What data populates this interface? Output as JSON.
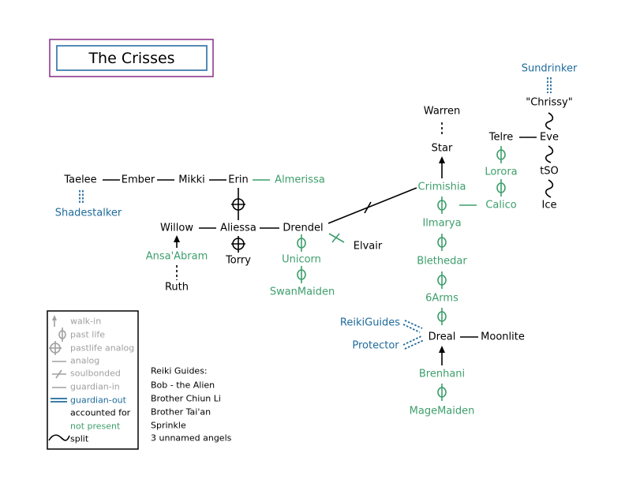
{
  "title": "The Crisses",
  "colors": {
    "accounted_for": "#000000",
    "not_present": "#3d9e6b",
    "guardian_out": "#1f6b9c",
    "legend_symbol": "#a0a0a0",
    "title_outer_border": "#8e3a8e",
    "title_inner_border": "#2a6fa5"
  },
  "people": {
    "taelee": "Taelee",
    "ember": "Ember",
    "mikki": "Mikki",
    "erin": "Erin",
    "almerissa": "Almerissa",
    "shadestalker": "Shadestalker",
    "willow": "Willow",
    "aliessa": "Aliessa",
    "drendel": "Drendel",
    "elvair": "Elvair",
    "torry": "Torry",
    "ansa_abram": "Ansa'Abram",
    "ruth": "Ruth",
    "unicorn": "Unicorn",
    "swanmaiden": "SwanMaiden",
    "warren": "Warren",
    "star": "Star",
    "crimishia": "Crimishia",
    "ilmarya": "Ilmarya",
    "blethedar": "Blethedar",
    "six_arms": "6Arms",
    "dreal": "Dreal",
    "moonlite": "Moonlite",
    "reikiguides": "ReikiGuides",
    "protector": "Protector",
    "brenhani": "Brenhani",
    "magemaiden": "MageMaiden",
    "sundrinker": "Sundrinker",
    "chrissy": "\"Chrissy\"",
    "telre": "Telre",
    "eve": "Eve",
    "lorora": "Lorora",
    "tso": "tSO",
    "calico": "Calico",
    "ice": "Ice"
  },
  "legend": {
    "walk_in": "walk-in",
    "past_life": "past life",
    "pastlife_analog": "pastlife analog",
    "analog": "analog",
    "soulbonded": "soulbonded",
    "guardian_in": "guardian-in",
    "guardian_out": "guardian-out",
    "accounted_for": "accounted for",
    "not_present": "not present",
    "split": "split"
  },
  "reiki_guides": {
    "heading": "Reiki Guides:",
    "items": [
      "Bob - the Alien",
      "Brother Chiun Li",
      "Brother Tai'an",
      "Sprinkle",
      "3 unnamed angels"
    ]
  }
}
